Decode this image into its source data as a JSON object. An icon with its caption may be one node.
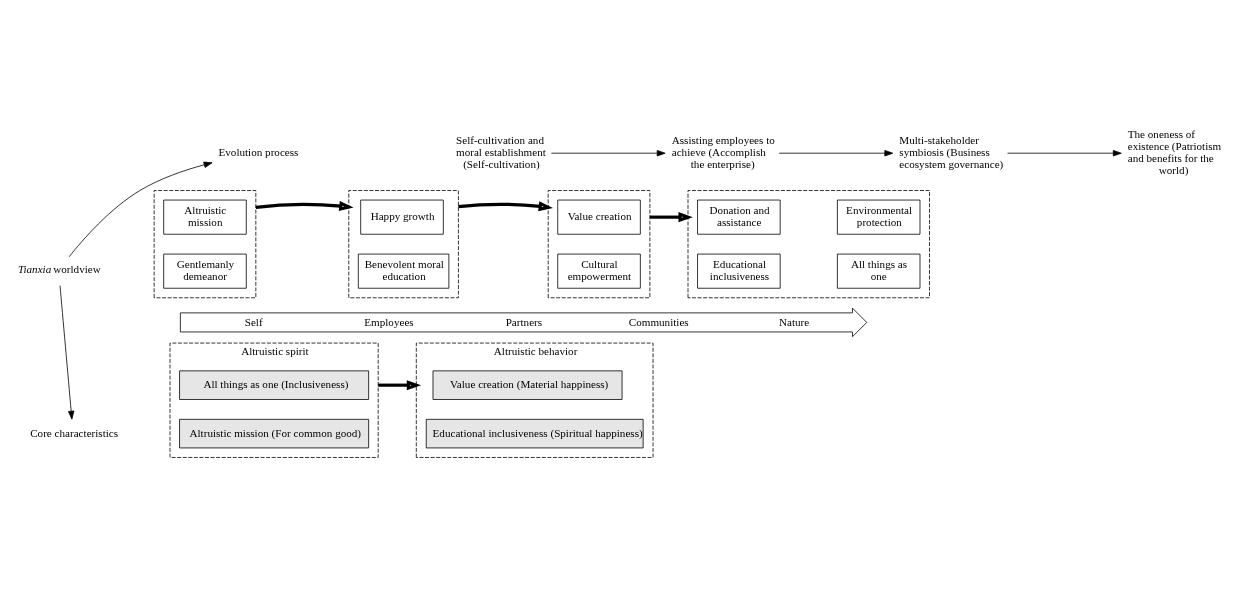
{
  "diagram": {
    "nodes": [
      {
        "text": [
          "Evolution process"
        ]
      },
      {
        "text": [
          "*Tianxia* worldview"
        ]
      },
      {
        "text": [
          "Core characteristics"
        ]
      },
      {
        "text": [
          "Self-cultivation and moral establishment (Self-cultivation)"
        ]
      },
      {
        "text": [
          "Assisting employees to achieve (Accomplish the enterprise)"
        ]
      },
      {
        "text": [
          "Multi-stakeholder symbiosis (Business ecosystem governance)"
        ]
      },
      {
        "text": [
          "The oneness of existence (Patriotism and benefits for the world)"
        ]
      },
      {
        "text": [],
        "shape": "box"
      },
      {
        "text": [
          "Altruistic mission"
        ],
        "in": 7
      },
      {
        "text": [
          "Gentlemanly demeanor"
        ],
        "in": 7
      },
      {
        "text": [],
        "shape": "box"
      },
      {
        "text": [
          "Happy growth"
        ],
        "in": 10
      },
      {
        "text": [
          "Benevolent moral education"
        ],
        "in": 10
      },
      {
        "text": [],
        "shape": "box"
      },
      {
        "text": [
          "Value creation"
        ],
        "in": 13
      },
      {
        "text": [
          "Cultural empowerment"
        ],
        "in": 13
      },
      {
        "text": [],
        "shape": "box"
      },
      {
        "text": [
          "Donation and assistance"
        ],
        "in": 16
      },
      {
        "text": [
          "Environmental protection"
        ],
        "in": 16
      },
      {
        "text": [
          "Educational inclusiveness"
        ],
        "in": 16
      },
      {
        "text": [
          "All things as one"
        ],
        "in": 16
      },
      {
        "text": [
          "Self",
          "Employees",
          "Partners",
          "Communities",
          "Nature"
        ]
      },
      {
        "text": [
          "Altruistic spirit"
        ]
      },
      {
        "text": [
          "All things as one (Inclusiveness)"
        ],
        "in": 22
      },
      {
        "text": [
          "Altruistic mission (For common good)"
        ],
        "in": 22
      },
      {
        "text": [
          "Altruistic behavior"
        ]
      },
      {
        "text": [
          "Value creation (Material happiness)"
        ],
        "in": 25
      },
      {
        "text": [
          "Educational inclusiveness (Spiritual happiness)"
        ],
        "in": 25
      }
    ],
    "edges": [
      {
        "from": 1,
        "to": 0,
        "arrow": "to"
      },
      {
        "from": 1,
        "to": 2,
        "arrow": "to"
      },
      {
        "from": 3,
        "to": 4,
        "arrow": "to"
      },
      {
        "from": 4,
        "to": 5,
        "arrow": "to"
      },
      {
        "from": 5,
        "to": 6,
        "arrow": "to"
      },
      {
        "from": 7,
        "to": 10,
        "arrow": "to",
        "style": "thick"
      },
      {
        "from": 10,
        "to": 13,
        "arrow": "to",
        "style": "thick"
      },
      {
        "from": 13,
        "to": 16,
        "arrow": "to",
        "style": "thick"
      },
      {
        "from": 22,
        "to": 25,
        "arrow": "to",
        "style": "thick"
      }
    ]
  }
}
